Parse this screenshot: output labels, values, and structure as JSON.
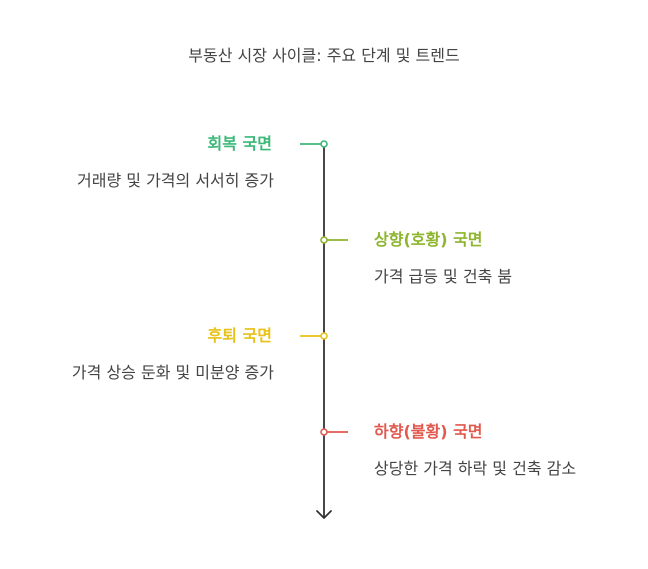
{
  "title": "부동산 시장 사이클: 주요 단계 및 트렌드",
  "phases": [
    {
      "label": "회복 국면",
      "description": "거래량 및 가격의 서서히 증가",
      "color": "#3cb878"
    },
    {
      "label": "상향(호황) 국면",
      "description": "가격 급등 및 건축 붐",
      "color": "#8db52e"
    },
    {
      "label": "후퇴 국면",
      "description": "가격 상승 둔화 및 미분양 증가",
      "color": "#e8c21a"
    },
    {
      "label": "하향(불황) 국면",
      "description": "상당한 가격 하락 및 건축 감소",
      "color": "#e05a4f"
    }
  ],
  "colors": {
    "axis": "#333333",
    "text": "#444444"
  }
}
